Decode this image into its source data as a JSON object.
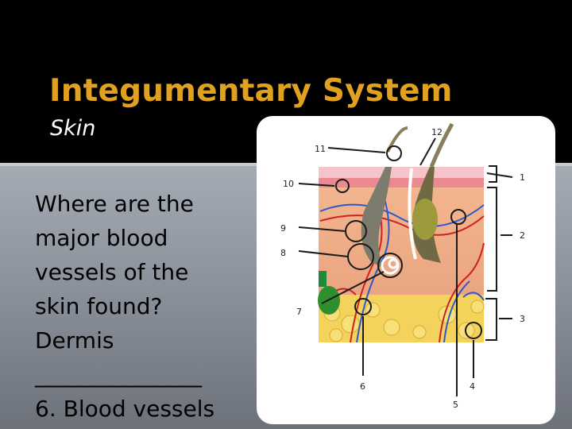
{
  "slide": {
    "title": "Integumentary System",
    "subtitle": "Skin",
    "body_lines": [
      "Where are the",
      "major blood",
      "vessels of the",
      "skin found?",
      "Dermis",
      "_______________",
      "6. Blood vessels"
    ]
  },
  "diagram": {
    "labels": [
      "1",
      "2",
      "3",
      "4",
      "5",
      "6",
      "7",
      "8",
      "9",
      "10",
      "11",
      "12"
    ]
  },
  "colors": {
    "title": "#e0a020",
    "subtitle": "#ffffff",
    "body_text": "#000000",
    "top_band": "#000000"
  }
}
